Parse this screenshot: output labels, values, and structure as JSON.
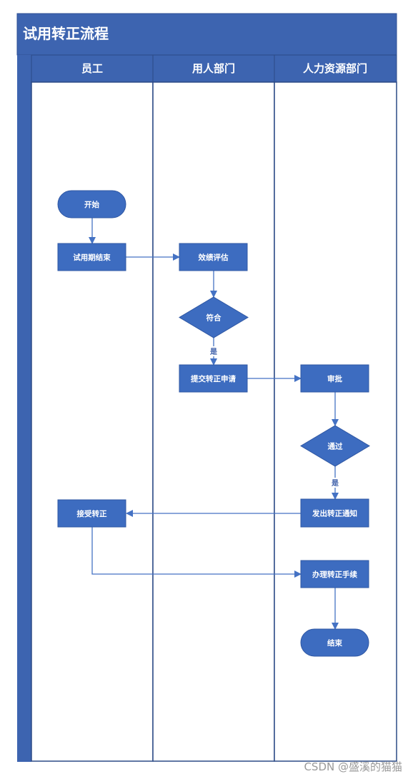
{
  "diagram": {
    "title": "试用转正流程",
    "lanes": [
      {
        "id": "employee",
        "label": "员工"
      },
      {
        "id": "dept",
        "label": "用人部门"
      },
      {
        "id": "hr",
        "label": "人力资源部门"
      }
    ],
    "nodes": [
      {
        "id": "start",
        "label": "开始",
        "shape": "terminator"
      },
      {
        "id": "probation_end",
        "label": "试用期结束",
        "shape": "process"
      },
      {
        "id": "evaluate",
        "label": "效绩评估",
        "shape": "process"
      },
      {
        "id": "qualify",
        "label": "符合",
        "shape": "decision"
      },
      {
        "id": "submit",
        "label": "提交转正申请",
        "shape": "process"
      },
      {
        "id": "review",
        "label": "审批",
        "shape": "process"
      },
      {
        "id": "approved",
        "label": "通过",
        "shape": "decision"
      },
      {
        "id": "notify",
        "label": "发出转正通知",
        "shape": "process"
      },
      {
        "id": "accept",
        "label": "接受转正",
        "shape": "process"
      },
      {
        "id": "procedure",
        "label": "办理转正手续",
        "shape": "process"
      },
      {
        "id": "end",
        "label": "结束",
        "shape": "terminator"
      }
    ],
    "edges": [
      {
        "from": "start",
        "to": "probation_end",
        "label": ""
      },
      {
        "from": "probation_end",
        "to": "evaluate",
        "label": ""
      },
      {
        "from": "evaluate",
        "to": "qualify",
        "label": ""
      },
      {
        "from": "qualify",
        "to": "submit",
        "label": "是"
      },
      {
        "from": "submit",
        "to": "review",
        "label": ""
      },
      {
        "from": "review",
        "to": "approved",
        "label": ""
      },
      {
        "from": "approved",
        "to": "notify",
        "label": "是"
      },
      {
        "from": "notify",
        "to": "accept",
        "label": ""
      },
      {
        "from": "accept",
        "to": "procedure",
        "label": ""
      },
      {
        "from": "procedure",
        "to": "end",
        "label": ""
      }
    ]
  },
  "watermark": "CSDN @盛溪的猫猫",
  "colors": {
    "header": "#3d64b0",
    "header_border": "#2e4f95",
    "node_fill": "#3d6cc0",
    "node_stroke": "#2f57a3",
    "line": "#4472c4",
    "lane_border": "#2c4a86",
    "canvas": "#ffffff"
  }
}
